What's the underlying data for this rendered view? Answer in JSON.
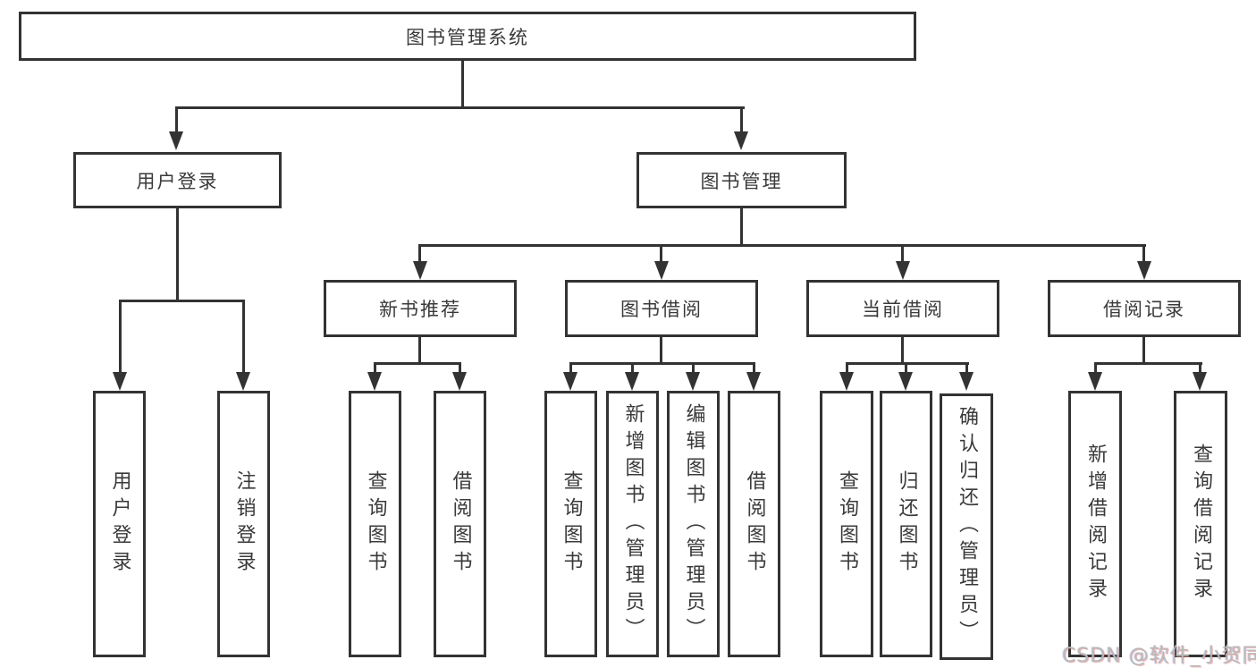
{
  "colors": {
    "background": "#ffffff",
    "line": "#333333",
    "text": "#3a3a3a",
    "watermark": "#b9b9b9"
  },
  "watermark": {
    "text": "CSDN @软件_小贺同学"
  },
  "tree": {
    "root": {
      "label": "图书管理系统"
    },
    "branches": [
      {
        "label": "用户登录",
        "leaves": [
          "用户登录",
          "注销登录"
        ]
      },
      {
        "label": "图书管理",
        "groups": [
          {
            "label": "新书推荐",
            "leaves": [
              "查询图书",
              "借阅图书"
            ]
          },
          {
            "label": "图书借阅",
            "leaves": [
              "查询图书",
              "新增图书（管理员）",
              "编辑图书（管理员）",
              "借阅图书"
            ]
          },
          {
            "label": "当前借阅",
            "leaves": [
              "查询图书",
              "归还图书",
              "确认归还（管理员）"
            ]
          },
          {
            "label": "借阅记录",
            "leaves": [
              "新增借阅记录",
              "查询借阅记录"
            ]
          }
        ]
      }
    ]
  }
}
